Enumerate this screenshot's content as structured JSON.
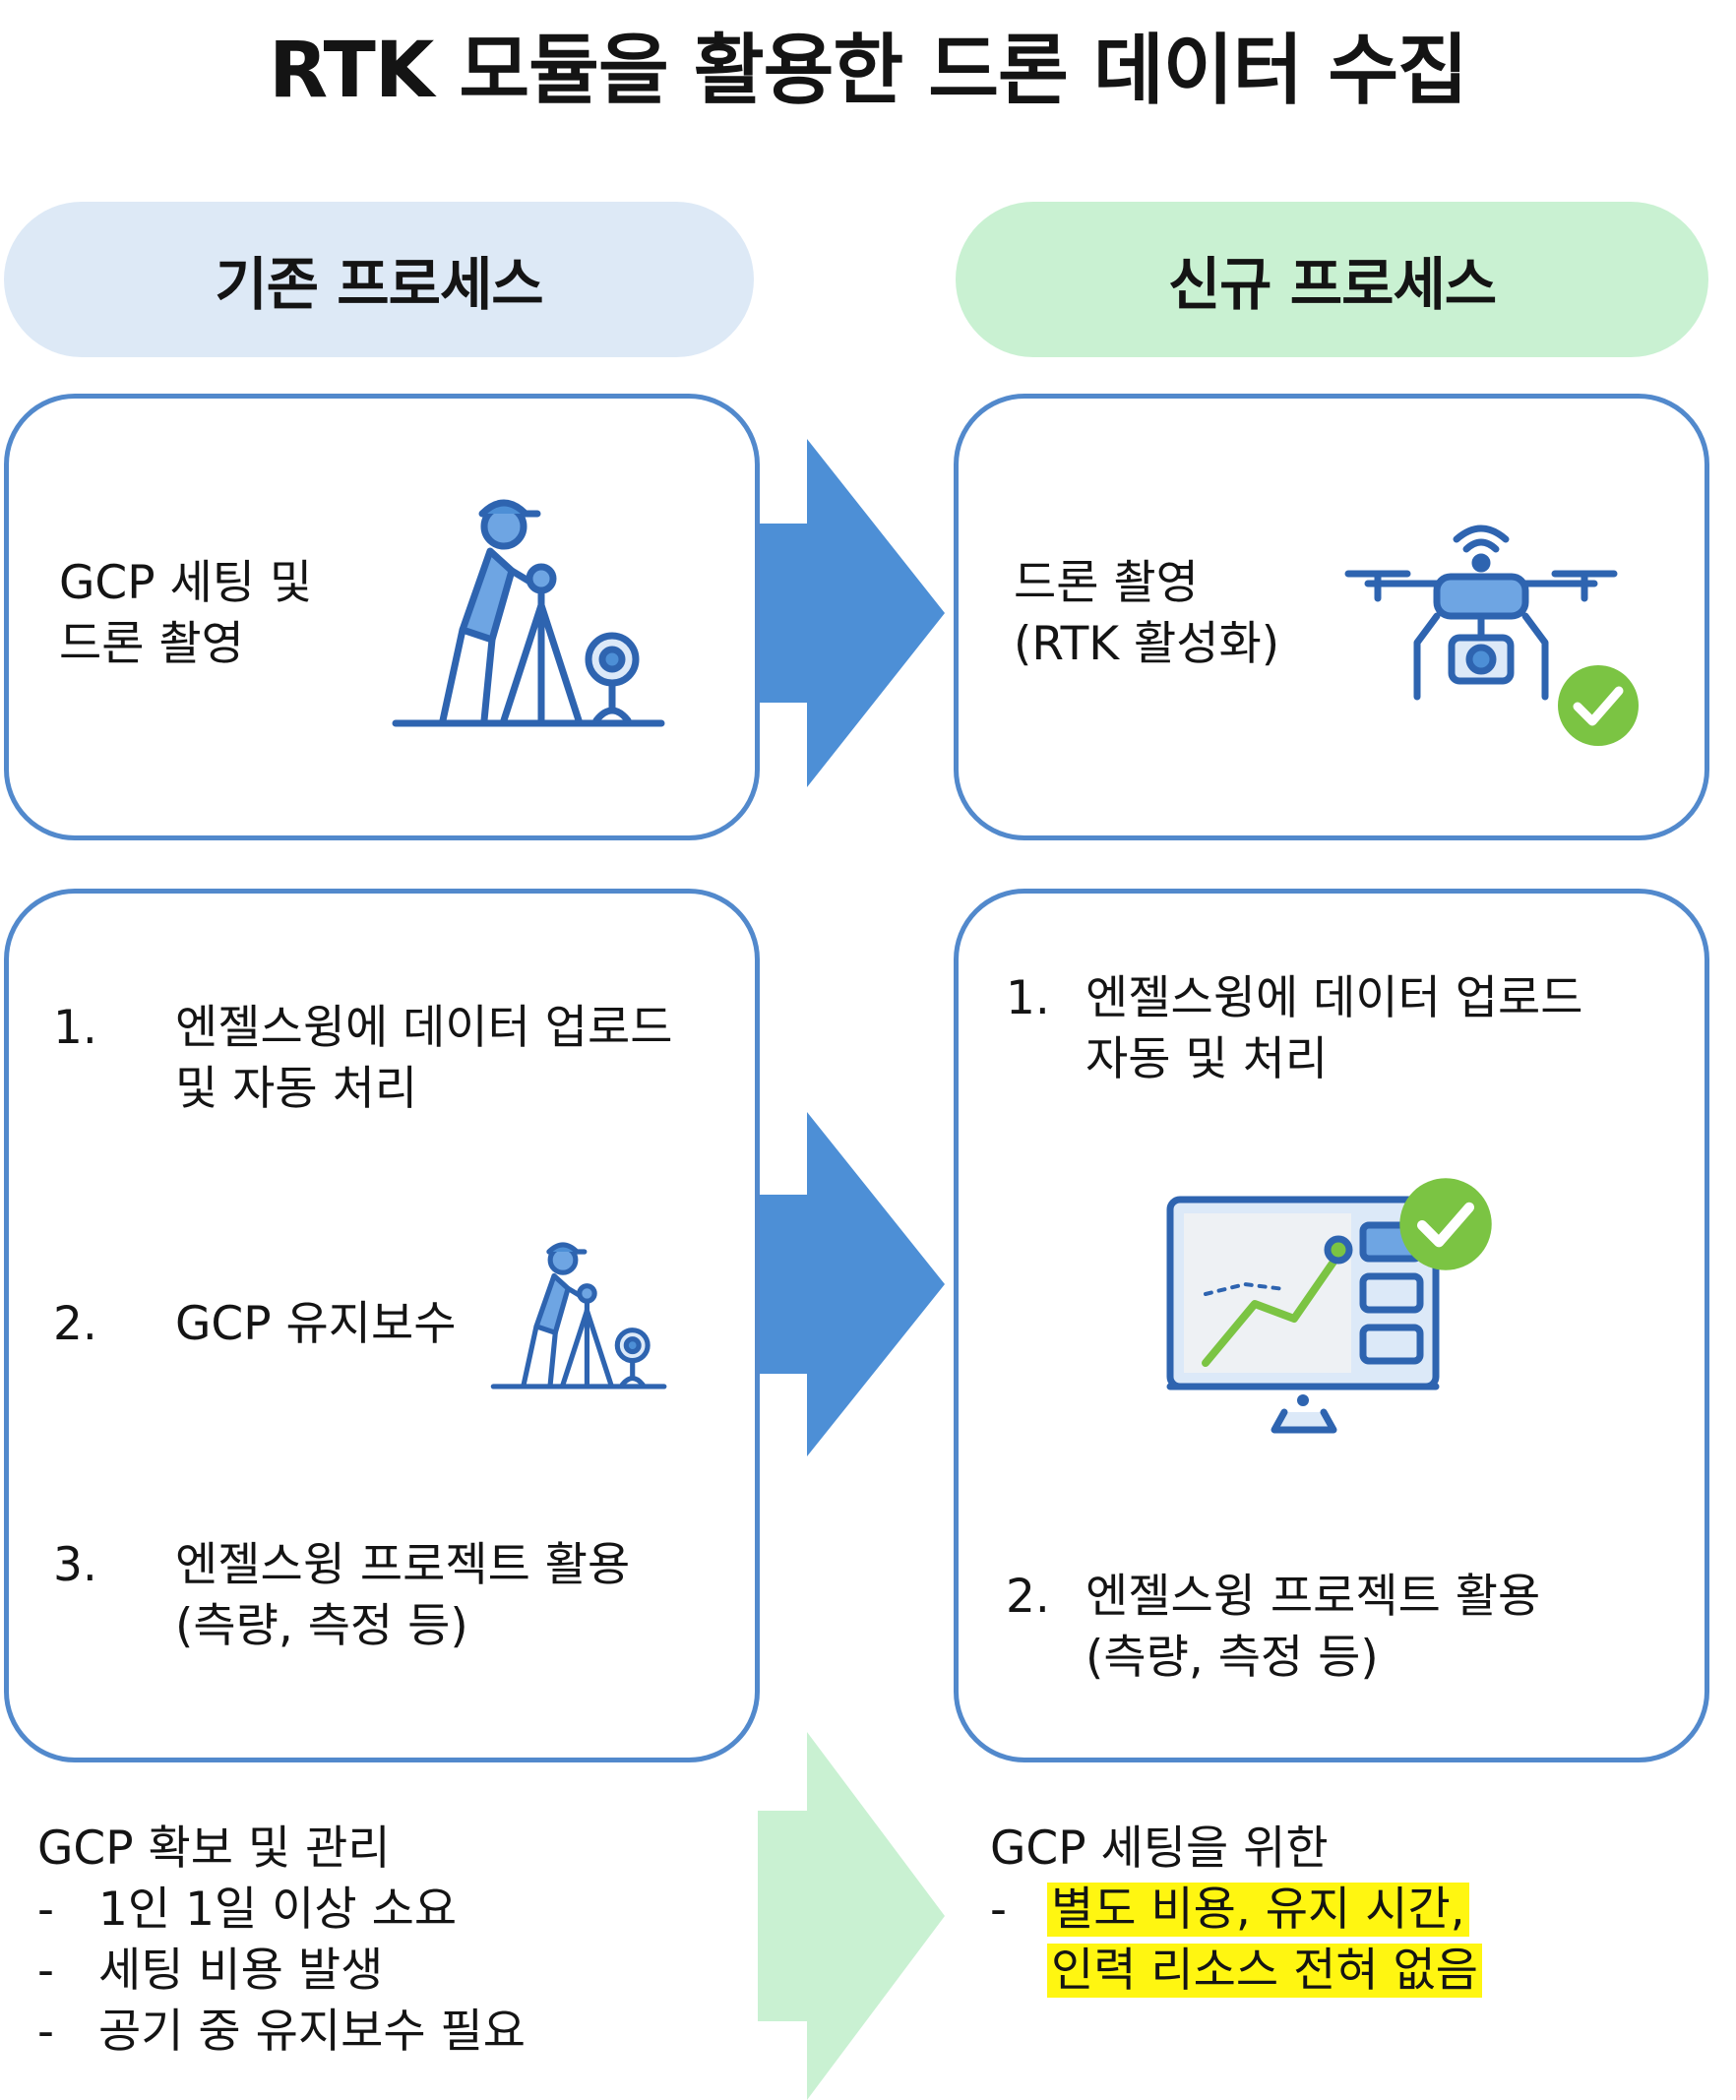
{
  "title": "RTK 모듈을 활용한 드론 데이터 수집",
  "left_header": "기존 프로세스",
  "right_header": "신규 프로세스",
  "old_step": {
    "line1": "GCP 세팅 및",
    "line2": "드론 촬영"
  },
  "new_step": {
    "line1": "드론 촬영",
    "line2": "(RTK 활성화)"
  },
  "old_list": [
    {
      "num": "1.",
      "line1": "엔젤스윙에 데이터 업로드",
      "line2": "및 자동 처리"
    },
    {
      "num": "2.",
      "line1": "GCP 유지보수",
      "line2": ""
    },
    {
      "num": "3.",
      "line1": "엔젤스윙 프로젝트 활용",
      "line2": "(측량, 측정 등)"
    }
  ],
  "new_list": [
    {
      "num": "1.",
      "line1": "엔젤스윙에 데이터 업로드",
      "line2": "자동 및 처리"
    },
    {
      "num": "2.",
      "line1": "엔젤스윙 프로젝트 활용",
      "line2": "(측량, 측정 등)"
    }
  ],
  "old_summary": {
    "heading": "GCP 확보 및 관리",
    "bullets": [
      "1인 1일 이상 소요",
      "세팅 비용 발생",
      "공기 중 유지보수 필요"
    ]
  },
  "new_summary": {
    "heading": "GCP 세팅을 위한",
    "bullet_line1": "별도 비용, 유지 시간,",
    "bullet_line2": "인력 리소스 전혀 없음"
  },
  "dash": "-",
  "icons": [
    "surveyor-tripod-icon",
    "surveyor-tripod-small-icon",
    "rtk-drone-icon",
    "check-badge-icon",
    "monitor-map-icon",
    "arrow-right-icon"
  ],
  "colors": {
    "card_border": "#5289cc",
    "arrow_blue": "#4d8fd6",
    "arrow_green": "#c9f1d2",
    "left_header_bg": "#dde9f6",
    "right_header_bg": "#c9f1d2",
    "highlight": "#fff611",
    "check_green": "#7bc443"
  }
}
